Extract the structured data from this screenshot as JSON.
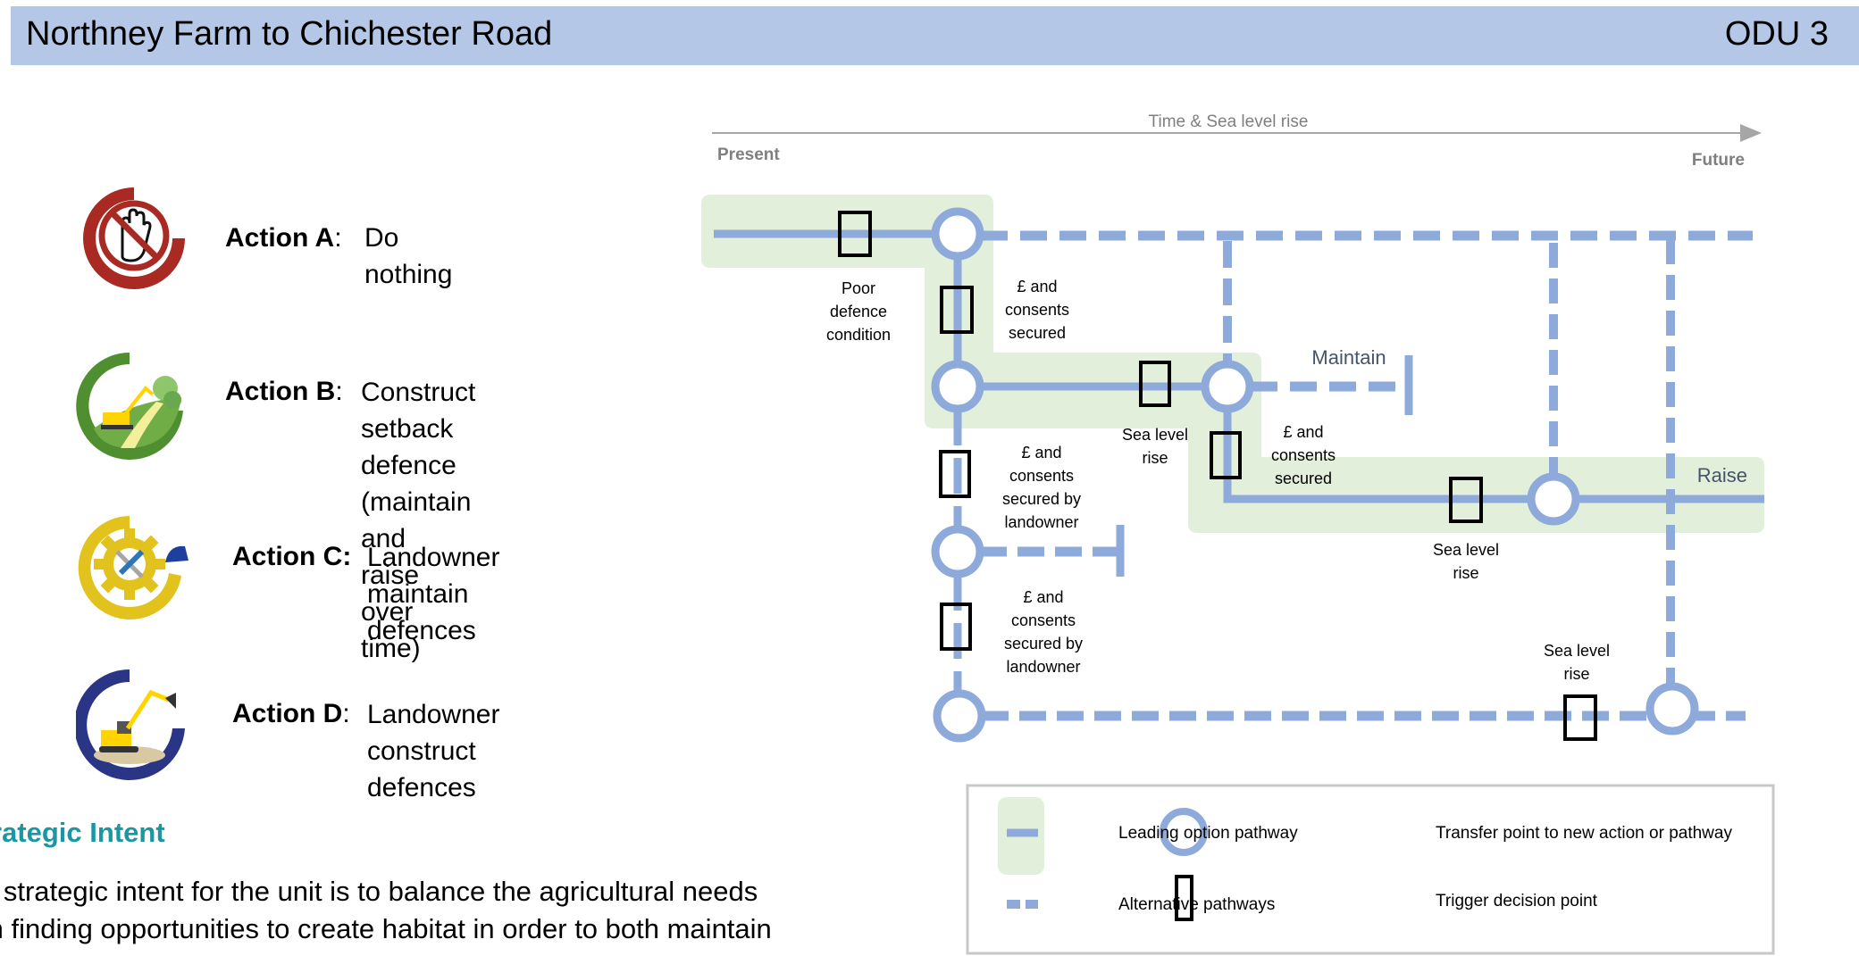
{
  "header": {
    "title": "Northney Farm to Chichester Road",
    "unit": "ODU 3"
  },
  "actions": [
    {
      "label": "Action A",
      "sep": ":",
      "description": "Do nothing",
      "icon": "do-nothing-hand-icon",
      "color": "#a82a22"
    },
    {
      "label": "Action B",
      "sep": ":",
      "description": "Construct setback\ndefence (maintain and\nraise over time)",
      "icon": "construct-setback-excavator-icon",
      "color": "#4f8f2f"
    },
    {
      "label": "Action C:",
      "sep": "",
      "description": "Landowner maintain\ndefences",
      "icon": "maintain-gear-tools-icon",
      "color": "#e2c21c"
    },
    {
      "label": "Action D",
      "sep": ":",
      "description": "Landowner construct\ndefences",
      "icon": "landowner-construct-excavator-icon",
      "color": "#2a3585"
    }
  ],
  "strategic_intent": {
    "heading": "rategic Intent",
    "lines": [
      "e strategic intent for the unit is to balance the agricultural needs",
      "th finding opportunities to create habitat in order to both maintain"
    ]
  },
  "diagram": {
    "axis_label": "Time & Sea level rise",
    "start_label": "Present",
    "end_label": "Future",
    "pathway_labels": {
      "maintain": "Maintain",
      "raise": "Raise"
    },
    "triggers": [
      {
        "id": "t1",
        "text": [
          "Poor",
          "defence",
          "condition"
        ]
      },
      {
        "id": "t2",
        "text": [
          "£ and",
          "consents",
          "secured"
        ]
      },
      {
        "id": "t3",
        "text": [
          "Sea level",
          "rise"
        ]
      },
      {
        "id": "t4",
        "text": [
          "£ and",
          "consents",
          "secured"
        ]
      },
      {
        "id": "t5",
        "text": [
          "Sea level",
          "rise"
        ]
      },
      {
        "id": "t6",
        "text": [
          "£ and",
          "consents",
          "secured by",
          "landowner"
        ]
      },
      {
        "id": "t7",
        "text": [
          "£ and",
          "consents",
          "secured by",
          "landowner"
        ]
      },
      {
        "id": "t8",
        "text": [
          "Sea level",
          "rise"
        ]
      }
    ],
    "colors": {
      "line": "#8eaadb",
      "leading_bg": "#e2efda",
      "axis": "#a6a6a6",
      "label": "#44546a",
      "axis_text": "#7f7f7f"
    }
  },
  "legend": {
    "leading": "Leading option pathway",
    "alternative": "Alternative pathways",
    "transfer": "Transfer point to new action or pathway",
    "trigger": "Trigger decision point"
  }
}
